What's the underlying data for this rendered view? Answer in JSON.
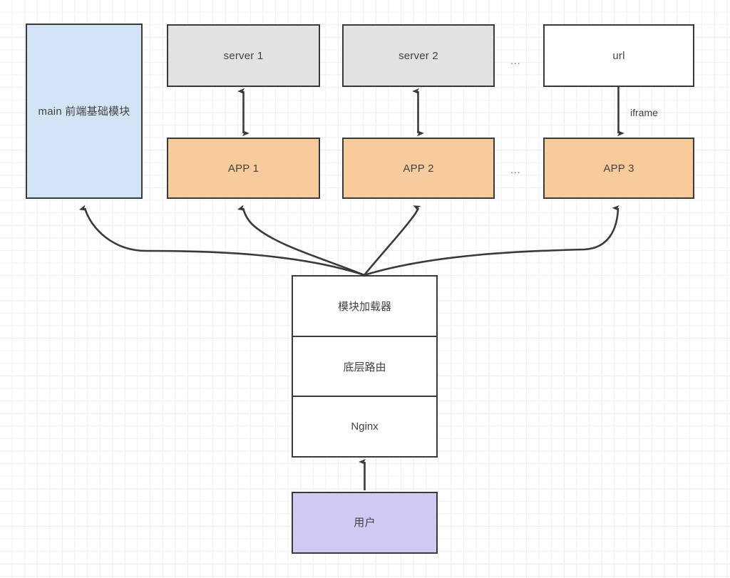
{
  "diagram": {
    "title": "micro-frontend architecture diagram",
    "background": "#ffffff",
    "grid_color": "#e9e9e9",
    "stroke_color": "#3a3a3a",
    "text_color": "#434343"
  },
  "nodes": {
    "main_module": {
      "label": "main 前端基础模块",
      "fill": "#d4e4f7"
    },
    "server1": {
      "label": "server 1",
      "fill": "#e2e2e2"
    },
    "server2": {
      "label": "server 2",
      "fill": "#e2e2e2"
    },
    "url": {
      "label": "url",
      "fill": "#ffffff"
    },
    "app1": {
      "label": "APP 1",
      "fill": "#f7cb9b"
    },
    "app2": {
      "label": "APP 2",
      "fill": "#f7cb9b"
    },
    "app3": {
      "label": "APP 3",
      "fill": "#f7cb9b"
    },
    "user": {
      "label": "用户",
      "fill": "#cfc9f4"
    }
  },
  "stack": {
    "fill": "#ffffff",
    "cells": [
      {
        "label": "模块加载器"
      },
      {
        "label": "底层路由"
      },
      {
        "label": "Nginx"
      }
    ]
  },
  "separators": {
    "server_row": "...",
    "app_row": "..."
  },
  "edge_labels": {
    "iframe": "iframe"
  }
}
